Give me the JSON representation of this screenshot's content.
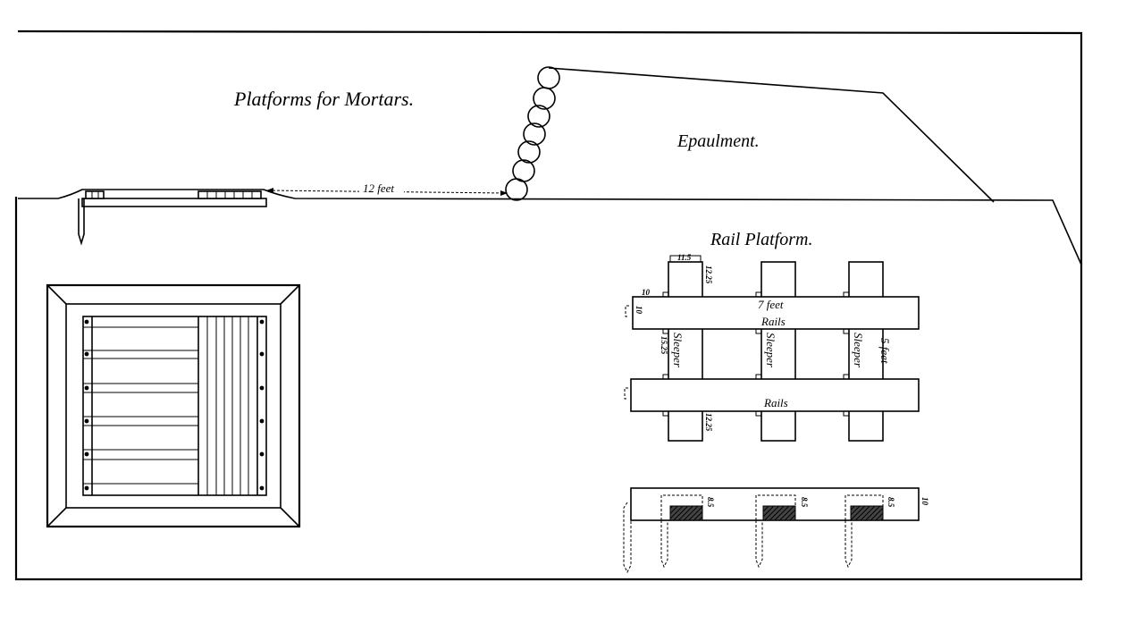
{
  "labels": {
    "title": "Platforms for Mortars.",
    "epaulment": "Epaulment.",
    "distance": "12 feet",
    "rail_platform": "Rail Platform.",
    "rails_top": "Rails",
    "rails_bottom": "Rails",
    "sleeper": "Sleeper",
    "seven_feet": "7 feet",
    "five_feet": "5 feet"
  },
  "dimensions": {
    "d_11_5": "11.5",
    "d_12_25_a": "12.25",
    "d_10_a": "10",
    "d_10_b": "10",
    "d_15_25": "15.25",
    "d_12_25_b": "12.25",
    "d_8_5_a": "8.5",
    "d_8_5_b": "8.5",
    "d_8_5_c": "8.5",
    "d_10_c": "10"
  },
  "colors": {
    "ink": "#000000",
    "paper": "#ffffff"
  }
}
